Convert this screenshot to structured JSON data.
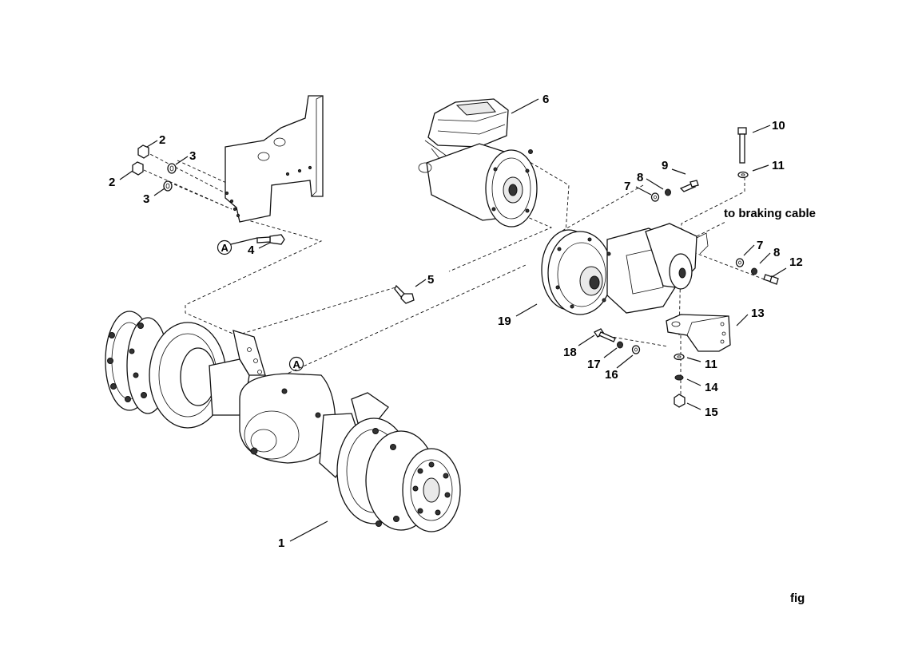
{
  "callouts": [
    {
      "id": "c1",
      "number": "1"
    },
    {
      "id": "c2a",
      "number": "2"
    },
    {
      "id": "c2b",
      "number": "2"
    },
    {
      "id": "c3a",
      "number": "3"
    },
    {
      "id": "c3b",
      "number": "3"
    },
    {
      "id": "c4",
      "number": "4"
    },
    {
      "id": "c5",
      "number": "5"
    },
    {
      "id": "c6",
      "number": "6"
    },
    {
      "id": "c7a",
      "number": "7"
    },
    {
      "id": "c7b",
      "number": "7"
    },
    {
      "id": "c8a",
      "number": "8"
    },
    {
      "id": "c8b",
      "number": "8"
    },
    {
      "id": "c9",
      "number": "9"
    },
    {
      "id": "c10",
      "number": "10"
    },
    {
      "id": "c11a",
      "number": "11"
    },
    {
      "id": "c11b",
      "number": "11"
    },
    {
      "id": "c12",
      "number": "12"
    },
    {
      "id": "c13",
      "number": "13"
    },
    {
      "id": "c14",
      "number": "14"
    },
    {
      "id": "c15",
      "number": "15"
    },
    {
      "id": "c16",
      "number": "16"
    },
    {
      "id": "c17",
      "number": "17"
    },
    {
      "id": "c18",
      "number": "18"
    },
    {
      "id": "c19",
      "number": "19"
    }
  ],
  "reference_marks": {
    "a1": "A",
    "a2": "A"
  },
  "notes": {
    "braking": "to braking cable"
  },
  "figure_label": "fig"
}
